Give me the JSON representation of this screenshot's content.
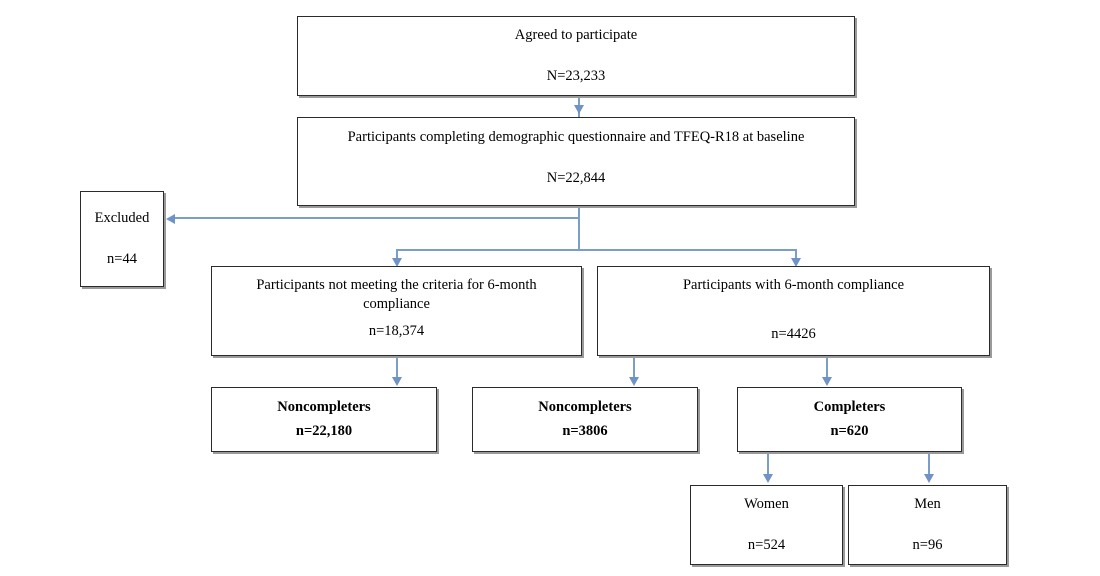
{
  "diagram": {
    "type": "participant-flow-chart",
    "accent_color": "#7b9ec9",
    "box_border_color": "#2b2b2b",
    "box_shadow_color": "#9a9a9a",
    "nodes": {
      "agreed": {
        "title": "Agreed to participate",
        "count": "N=23,233"
      },
      "baseline": {
        "title": "Participants completing demographic questionnaire and TFEQ-R18 at baseline",
        "count": "N=22,844"
      },
      "excluded": {
        "title": "Excluded",
        "count": "n=44"
      },
      "not_compliant": {
        "title": "Participants not meeting the criteria for 6-month compliance",
        "count": "n=18,374"
      },
      "compliant": {
        "title": "Participants with 6-month compliance",
        "count": "n=4426"
      },
      "noncompleters_left": {
        "title": "Noncompleters",
        "count": "n=22,180"
      },
      "noncompleters_mid": {
        "title": "Noncompleters",
        "count": "n=3806"
      },
      "completers": {
        "title": "Completers",
        "count": "n=620"
      },
      "women": {
        "title": "Women",
        "count": "n=524"
      },
      "men": {
        "title": "Men",
        "count": "n=96"
      }
    }
  }
}
